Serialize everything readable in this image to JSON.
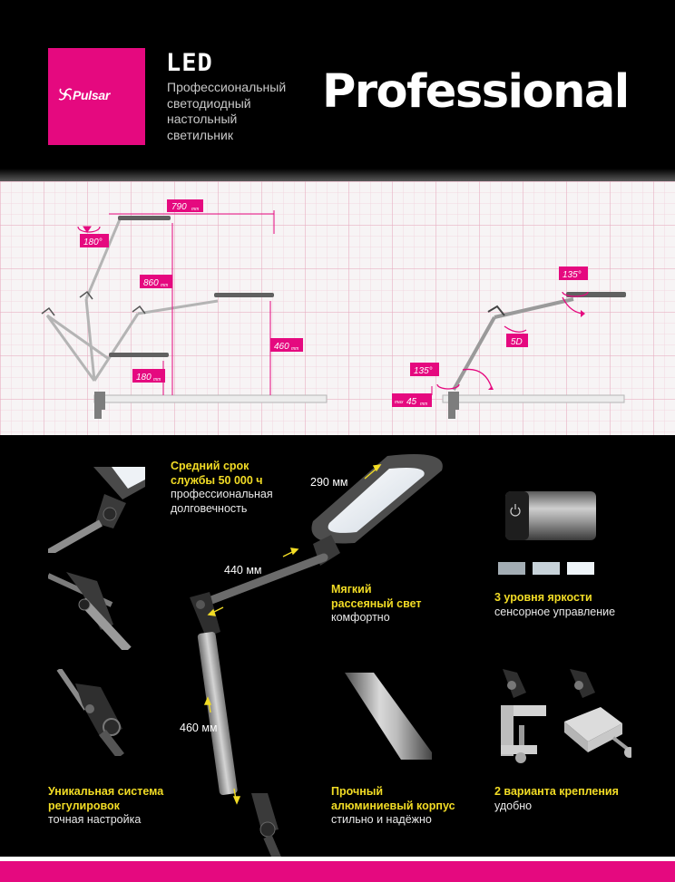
{
  "brand": {
    "name": "Pulsar",
    "color": "#e5097f",
    "icon": "pulsar-swirl-icon"
  },
  "header": {
    "led": "LED",
    "subtitle_lines": [
      "Профессиональный",
      "светодиодный",
      "настольный",
      "светильник"
    ],
    "professional": "Professional"
  },
  "diagram": {
    "dims": {
      "d790": "790",
      "d180_angle": "180°",
      "d860": "860",
      "d460": "460",
      "d180": "180",
      "d135_top": "135°",
      "d5d": "5D",
      "d135_bottom": "135°",
      "max45_prefix": "max",
      "max45": "45",
      "unit": "mm"
    }
  },
  "features": {
    "lifetime": {
      "title_line1": "Средний срок",
      "title_line2": "службы 50 000 ч",
      "desc_line1": "профессиональная",
      "desc_line2": "долговечность"
    },
    "soft_light": {
      "title_line1": "Мягкий",
      "title_line2": "рассеяный свет",
      "desc": "комфортно"
    },
    "brightness": {
      "title": "3 уровня яркости",
      "desc": "сенсорное управление"
    },
    "adjust": {
      "title_line1": "Уникальная система",
      "title_line2": "регулировок",
      "desc": "точная настройка"
    },
    "body": {
      "title_line1": "Прочный",
      "title_line2": "алюминиевый корпус",
      "desc": "стильно и надёжно"
    },
    "mount": {
      "title": "2 варианта крепления",
      "desc": "удобно"
    }
  },
  "measures": {
    "m290": "290 мм",
    "m440": "440 мм",
    "m460": "460 мм"
  },
  "colors": {
    "accent": "#e5097f",
    "highlight": "#f2dc25"
  }
}
